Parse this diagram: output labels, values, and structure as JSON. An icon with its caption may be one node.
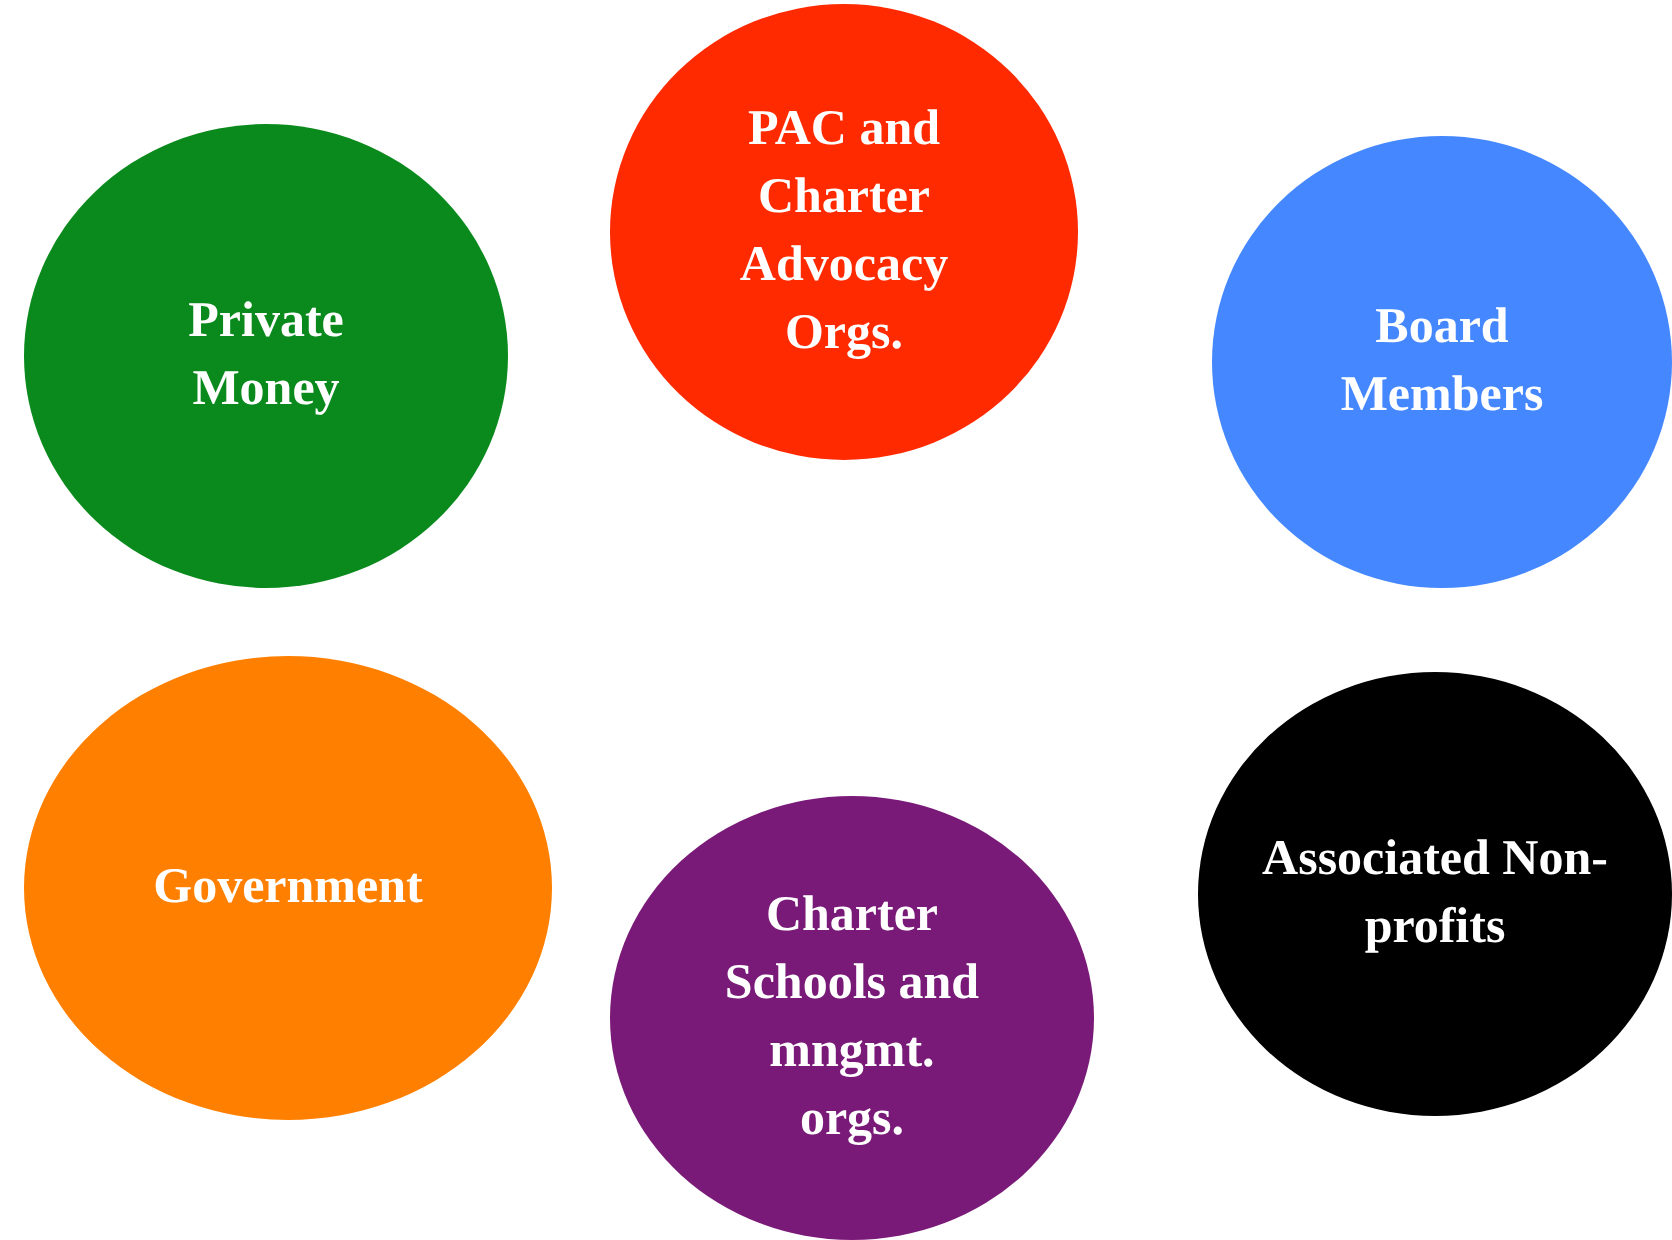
{
  "diagram": {
    "nodes": [
      {
        "text": [
          "PAC and Charter Advocacy Orgs."
        ]
      },
      {
        "text": [
          "Private Money"
        ]
      },
      {
        "text": [
          "Board Members"
        ]
      },
      {
        "text": [
          "Government"
        ]
      },
      {
        "text": [
          "Charter Schools and mngmt. orgs."
        ]
      },
      {
        "text": [
          "Associated Non-profits"
        ]
      }
    ]
  }
}
